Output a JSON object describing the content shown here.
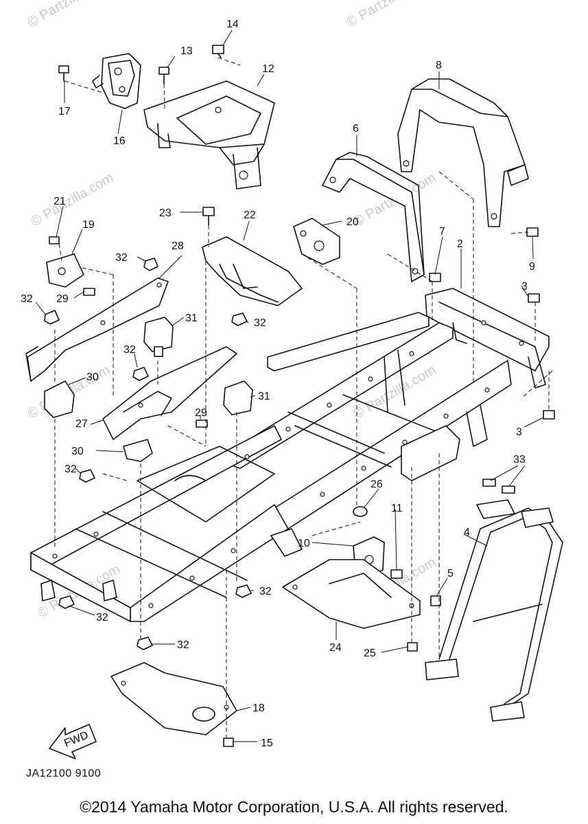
{
  "watermarks": [
    "© Partzilla.com",
    "© Partzilla.com",
    "© Partzilla.com",
    "© Partzilla.com",
    "© Partzilla.com",
    "© Partzilla.com",
    "© Partzilla.com",
    "© Partzilla.com"
  ],
  "callouts": [
    {
      "id": "c14",
      "label": "14"
    },
    {
      "id": "c13",
      "label": "13"
    },
    {
      "id": "c12",
      "label": "12"
    },
    {
      "id": "c17",
      "label": "17"
    },
    {
      "id": "c16",
      "label": "16"
    },
    {
      "id": "c8",
      "label": "8"
    },
    {
      "id": "c6",
      "label": "6"
    },
    {
      "id": "c21",
      "label": "21"
    },
    {
      "id": "c19",
      "label": "19"
    },
    {
      "id": "c23",
      "label": "23"
    },
    {
      "id": "c22",
      "label": "22"
    },
    {
      "id": "c20",
      "label": "20"
    },
    {
      "id": "c9",
      "label": "9"
    },
    {
      "id": "c7",
      "label": "7"
    },
    {
      "id": "c2",
      "label": "2"
    },
    {
      "id": "c32a",
      "label": "32"
    },
    {
      "id": "c28",
      "label": "28"
    },
    {
      "id": "c32b",
      "label": "32"
    },
    {
      "id": "c29a",
      "label": "29"
    },
    {
      "id": "c3a",
      "label": "3"
    },
    {
      "id": "c31a",
      "label": "31"
    },
    {
      "id": "c32c",
      "label": "32"
    },
    {
      "id": "c32d",
      "label": "32"
    },
    {
      "id": "c30a",
      "label": "30"
    },
    {
      "id": "c31b",
      "label": "31"
    },
    {
      "id": "c27",
      "label": "27"
    },
    {
      "id": "c29b",
      "label": "29"
    },
    {
      "id": "c3b",
      "label": "3"
    },
    {
      "id": "c30b",
      "label": "30"
    },
    {
      "id": "c33",
      "label": "33"
    },
    {
      "id": "c32e",
      "label": "32"
    },
    {
      "id": "c26",
      "label": "26"
    },
    {
      "id": "c11",
      "label": "11"
    },
    {
      "id": "c4",
      "label": "4"
    },
    {
      "id": "c10",
      "label": "10"
    },
    {
      "id": "c5",
      "label": "5"
    },
    {
      "id": "c32f",
      "label": "32"
    },
    {
      "id": "c32g",
      "label": "32"
    },
    {
      "id": "c24",
      "label": "24"
    },
    {
      "id": "c25",
      "label": "25"
    },
    {
      "id": "c32h",
      "label": "32"
    },
    {
      "id": "c18",
      "label": "18"
    },
    {
      "id": "c15",
      "label": "15"
    }
  ],
  "fwd_label": "FWD",
  "ref_code": "JA12100 9100",
  "copyright": "©2014 Yamaha Motor Corporation, U.S.A. All rights reserved."
}
